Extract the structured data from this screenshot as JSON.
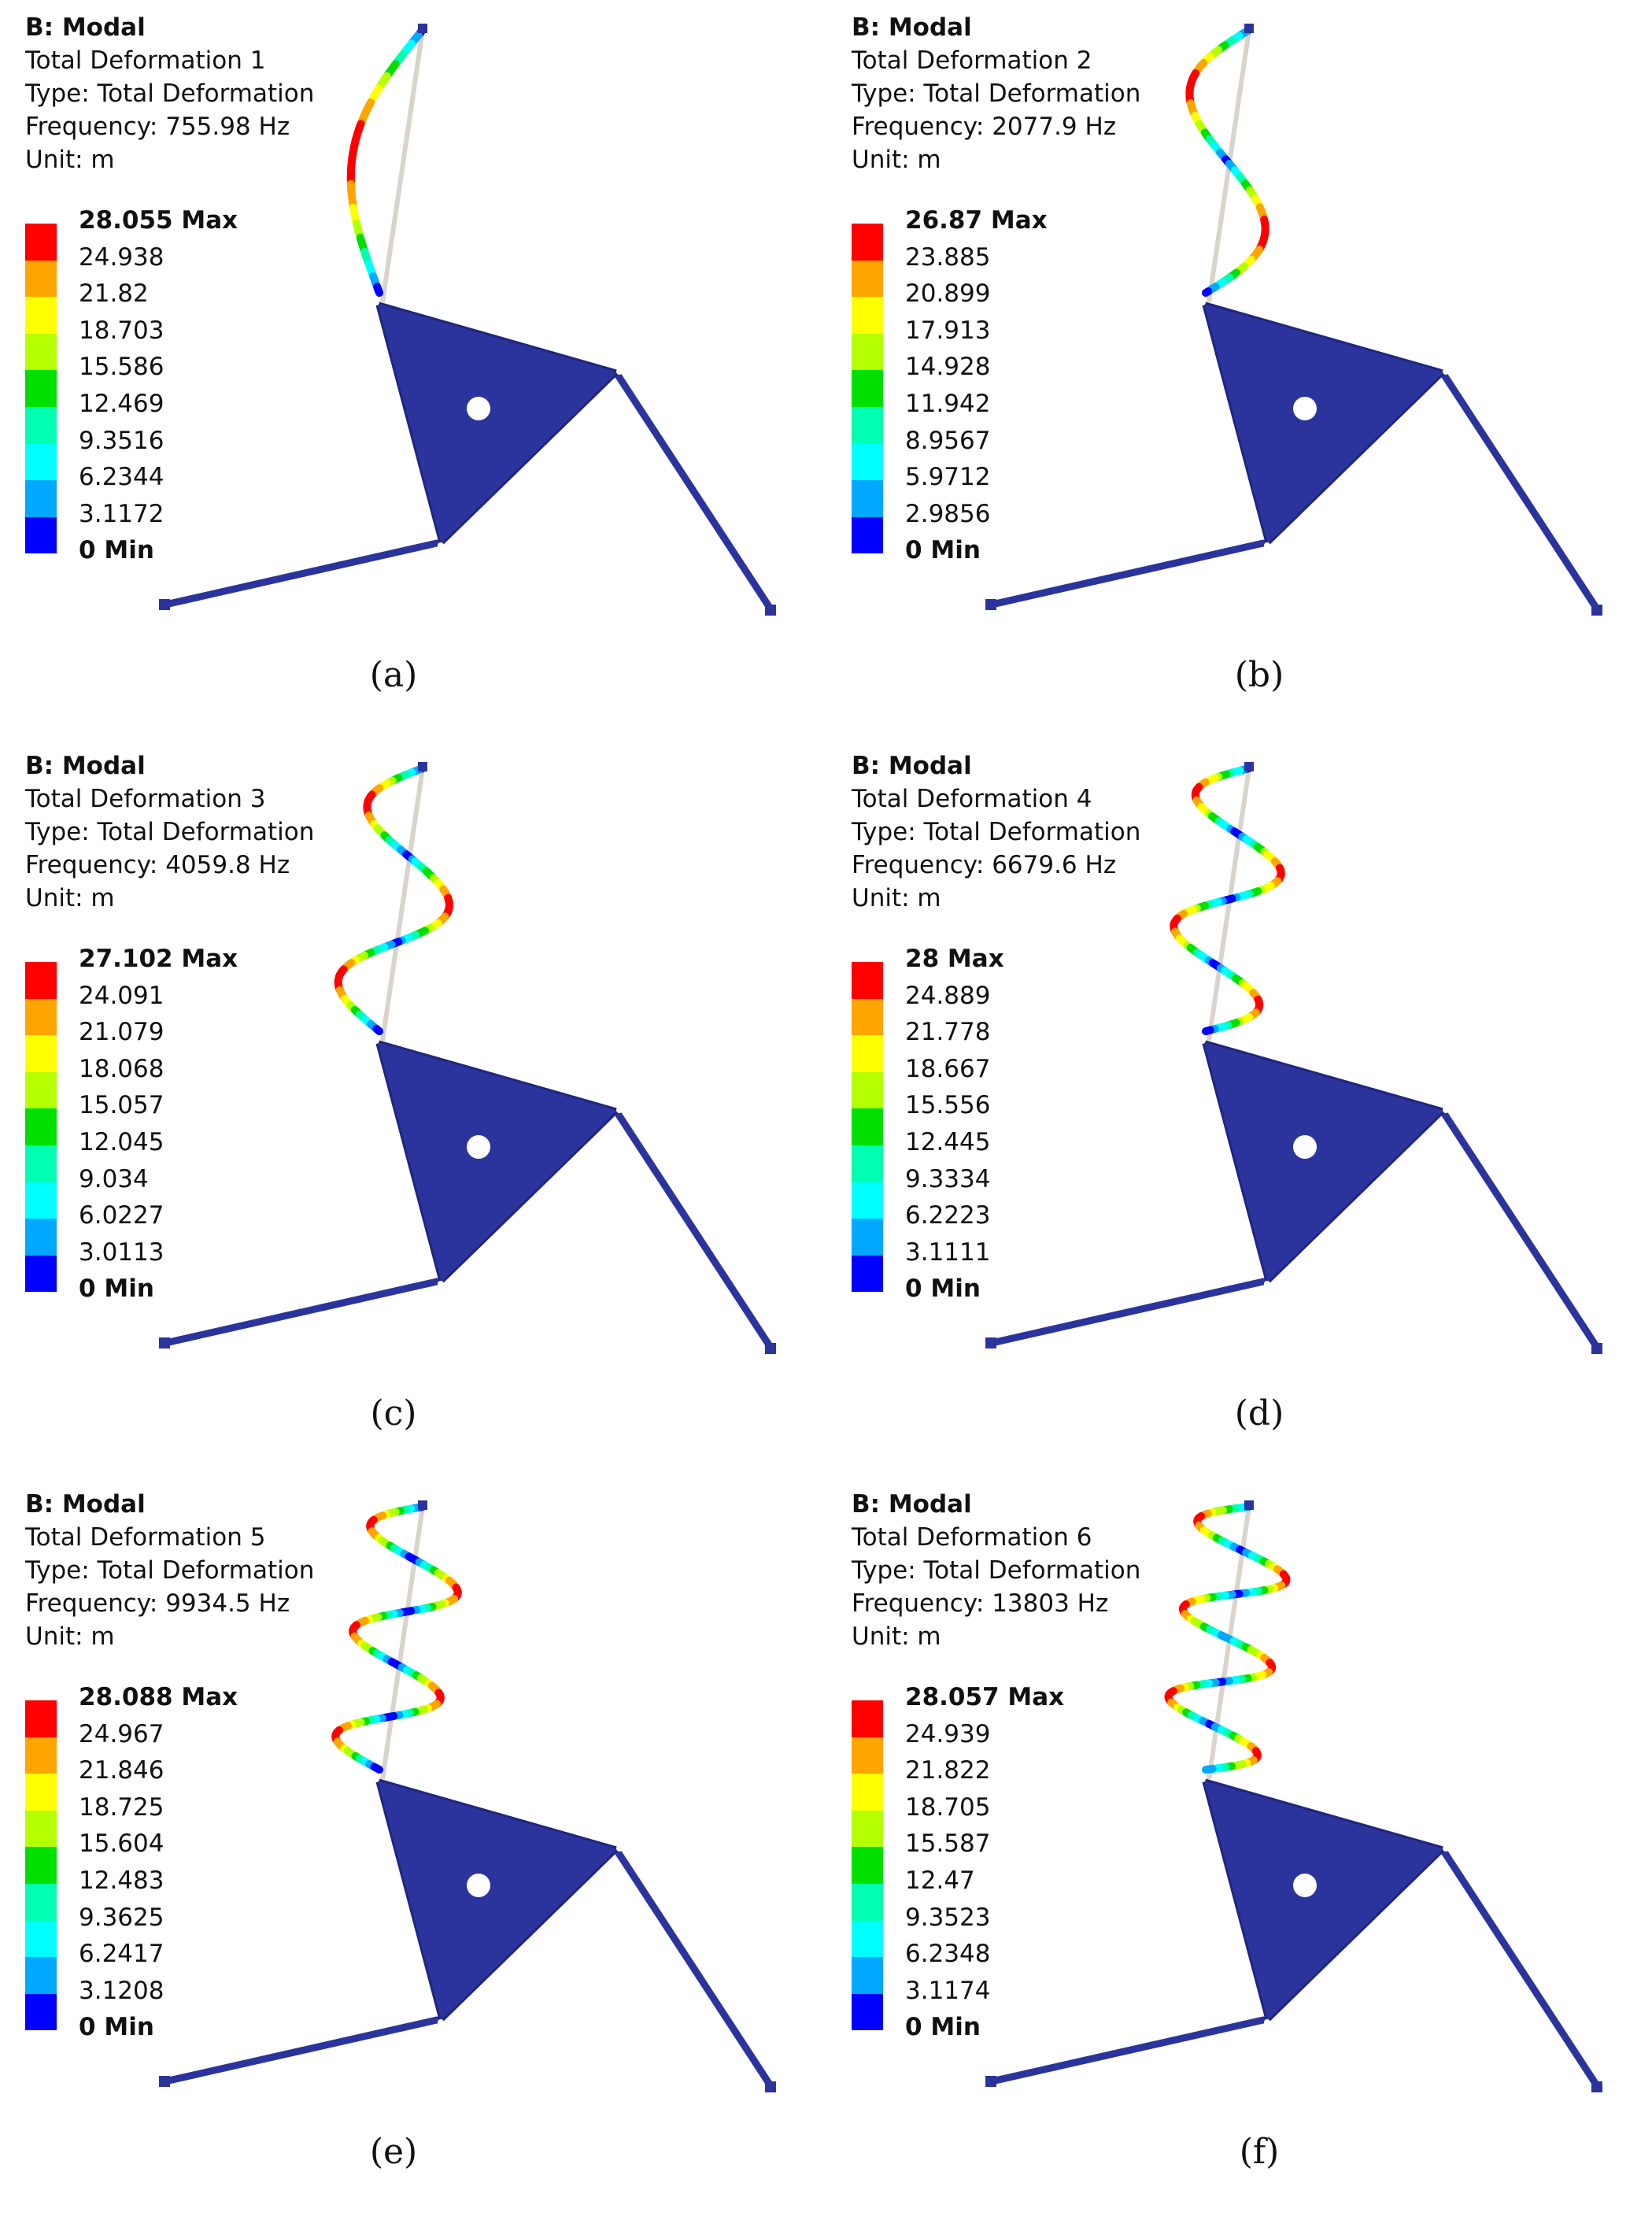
{
  "band_colors": [
    "#ff0000",
    "#ffa500",
    "#ffff00",
    "#b4ff00",
    "#00e000",
    "#00ffb0",
    "#00ffff",
    "#00a8ff",
    "#0000ff"
  ],
  "body_color": "#2b349c",
  "rod_color": "#d9d3cb",
  "panels": [
    {
      "id": "a",
      "header": "B: Modal",
      "name": "Total Deformation 1",
      "type": "Type: Total Deformation",
      "frequency": "Frequency: 755.98 Hz",
      "unit": "Unit: m",
      "legend": [
        "28.055 Max",
        "24.938",
        "21.82",
        "18.703",
        "15.586",
        "12.469",
        "9.3516",
        "6.2344",
        "3.1172",
        "0 Min"
      ],
      "caption": "(a)",
      "waves": 0.5
    },
    {
      "id": "b",
      "header": "B: Modal",
      "name": "Total Deformation 2",
      "type": "Type: Total Deformation",
      "frequency": "Frequency: 2077.9 Hz",
      "unit": "Unit: m",
      "legend": [
        "26.87 Max",
        "23.885",
        "20.899",
        "17.913",
        "14.928",
        "11.942",
        "8.9567",
        "5.9712",
        "2.9856",
        "0 Min"
      ],
      "caption": "(b)",
      "waves": 1
    },
    {
      "id": "c",
      "header": "B: Modal",
      "name": "Total Deformation 3",
      "type": "Type: Total Deformation",
      "frequency": "Frequency: 4059.8 Hz",
      "unit": "Unit: m",
      "legend": [
        "27.102 Max",
        "24.091",
        "21.079",
        "18.068",
        "15.057",
        "12.045",
        "9.034",
        "6.0227",
        "3.0113",
        "0 Min"
      ],
      "caption": "(c)",
      "waves": 1.5
    },
    {
      "id": "d",
      "header": "B: Modal",
      "name": "Total Deformation 4",
      "type": "Type: Total Deformation",
      "frequency": "Frequency: 6679.6 Hz",
      "unit": "Unit: m",
      "legend": [
        "28 Max",
        "24.889",
        "21.778",
        "18.667",
        "15.556",
        "12.445",
        "9.3334",
        "6.2223",
        "3.1111",
        "0 Min"
      ],
      "caption": "(d)",
      "waves": 2
    },
    {
      "id": "e",
      "header": "B: Modal",
      "name": "Total Deformation 5",
      "type": "Type: Total Deformation",
      "frequency": "Frequency: 9934.5 Hz",
      "unit": "Unit: m",
      "legend": [
        "28.088 Max",
        "24.967",
        "21.846",
        "18.725",
        "15.604",
        "12.483",
        "9.3625",
        "6.2417",
        "3.1208",
        "0 Min"
      ],
      "caption": "(e)",
      "waves": 2.5
    },
    {
      "id": "f",
      "header": "B: Modal",
      "name": "Total Deformation 6",
      "type": "Type: Total Deformation",
      "frequency": "Frequency: 13803 Hz",
      "unit": "Unit: m",
      "legend": [
        "28.057 Max",
        "24.939",
        "21.822",
        "18.705",
        "15.587",
        "12.47",
        "9.3523",
        "6.2348",
        "3.1174",
        "0 Min"
      ],
      "caption": "(f)",
      "waves": 3
    }
  ]
}
